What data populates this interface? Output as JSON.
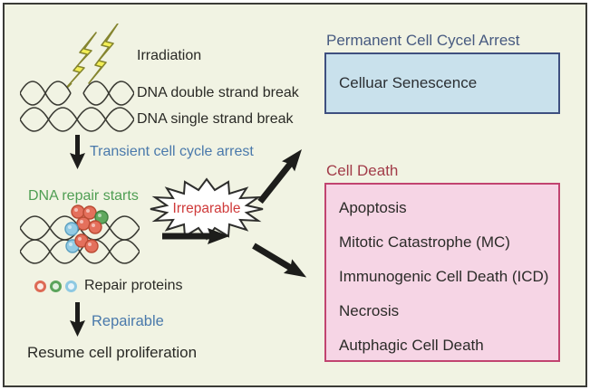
{
  "palette": {
    "background": "#f1f3e3",
    "frame_border": "#3b3b37",
    "accent_blue_text": "#4a79ab",
    "heading_blue": "#475a80",
    "senescence_fill": "#c9e1ec",
    "senescence_border": "#3e4f7f",
    "death_heading_red": "#a23c49",
    "death_fill": "#f6d5e5",
    "death_border": "#c14470",
    "repair_green_text": "#4f9e53",
    "irreparable_red_text": "#cf3a3a",
    "lightning_yellow": "#f2ee55",
    "protein_dot_red": "#e4705c",
    "protein_dot_green": "#60a85e",
    "protein_dot_blue": "#93cbe4",
    "arrow_black": "#1d1d1b"
  },
  "icons": [
    "lightning-bolt-icon",
    "dna-helix-icon",
    "down-arrow-icon",
    "right-arrow-icon",
    "diagonal-arrow-icon",
    "starburst-icon",
    "repair-protein-dot-icon"
  ],
  "left": {
    "irradiation_label": "Irradiation",
    "dsb_label": "DNA double strand break",
    "ssb_label": "DNA single strand break",
    "transient_arrest_label": "Transient cell cycle arrest",
    "repair_starts_label": "DNA repair starts",
    "repair_proteins_label": "Repair proteins",
    "repairable_label": "Repairable",
    "resume_label": "Resume cell proliferation"
  },
  "center": {
    "irreparable_label": "Irreparable"
  },
  "right": {
    "arrest_heading": "Permanent Cell Cycel Arrest",
    "senescence_label": "Celluar Senescence",
    "death_heading": "Cell Death",
    "death_items": [
      "Apoptosis",
      "Mitotic Catastrophe (MC)",
      "Immunogenic Cell Death (ICD)",
      "Necrosis",
      "Autphagic Cell Death"
    ]
  }
}
